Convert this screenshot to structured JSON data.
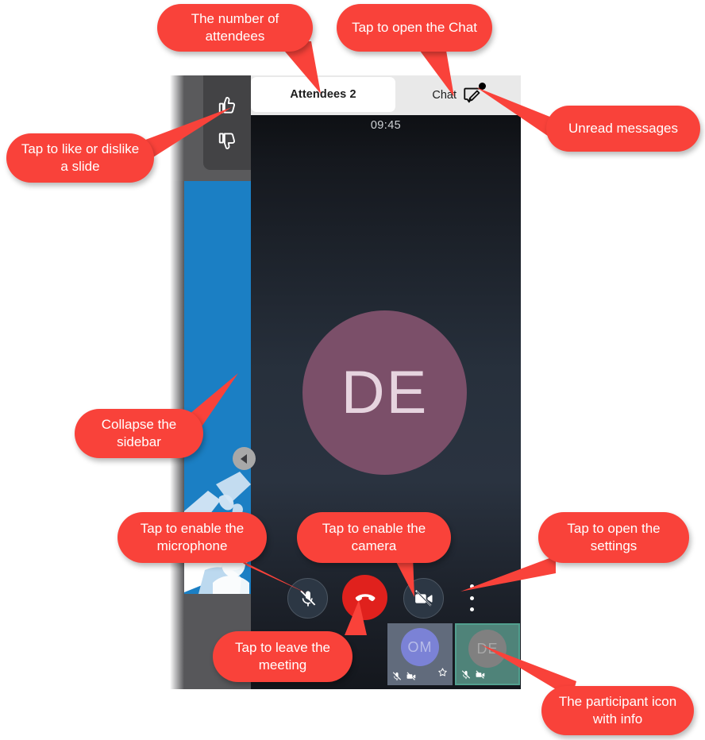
{
  "app": {
    "navbar": {
      "attendees_label": "Attendees 2",
      "chat_label": "Chat",
      "chat_icon": "chat-compose-icon",
      "unread_badge": "unread-dot"
    },
    "clock": "09:45",
    "sidebar": {
      "like_icon": "thumbs-up-icon",
      "dislike_icon": "thumbs-down-icon",
      "collapse_icon": "chevron-left-icon"
    },
    "stage": {
      "avatar_initials": "DE",
      "avatar_color": "#7b4f69"
    },
    "controls": {
      "mic": {
        "name": "microphone-muted-button",
        "icon": "mic-off-icon"
      },
      "hangup": {
        "name": "leave-meeting-button",
        "icon": "phone-hangup-icon",
        "color": "#e0211d"
      },
      "camera": {
        "name": "camera-off-button",
        "icon": "video-off-icon"
      },
      "settings": {
        "name": "settings-button",
        "icon": "kebab-menu-icon"
      }
    },
    "participants": [
      {
        "initials": "OM",
        "tile_color": "#616b7c",
        "avatar_color": "#7b82d6",
        "mic_icon": "mic-off-icon",
        "camera_icon": "video-off-icon",
        "star_icon": "star-icon",
        "selected": false
      },
      {
        "initials": "DE",
        "tile_color": "#4f8379",
        "avatar_color": "#808080",
        "mic_icon": "mic-off-icon",
        "camera_icon": "video-off-icon",
        "star_icon": "",
        "selected": true
      }
    ]
  },
  "callouts": {
    "accent_color": "#f9423a",
    "attendees": "The number of attendees",
    "chat": "Tap to open the Chat",
    "unread": "Unread messages",
    "like": "Tap to like or dislike a slide",
    "collapse": "Collapse the sidebar",
    "microphone": "Tap to enable the microphone",
    "camera": "Tap to enable the camera",
    "settings": "Tap to open the settings",
    "leave": "Tap to leave the meeting",
    "participant": "The participant icon with info"
  }
}
